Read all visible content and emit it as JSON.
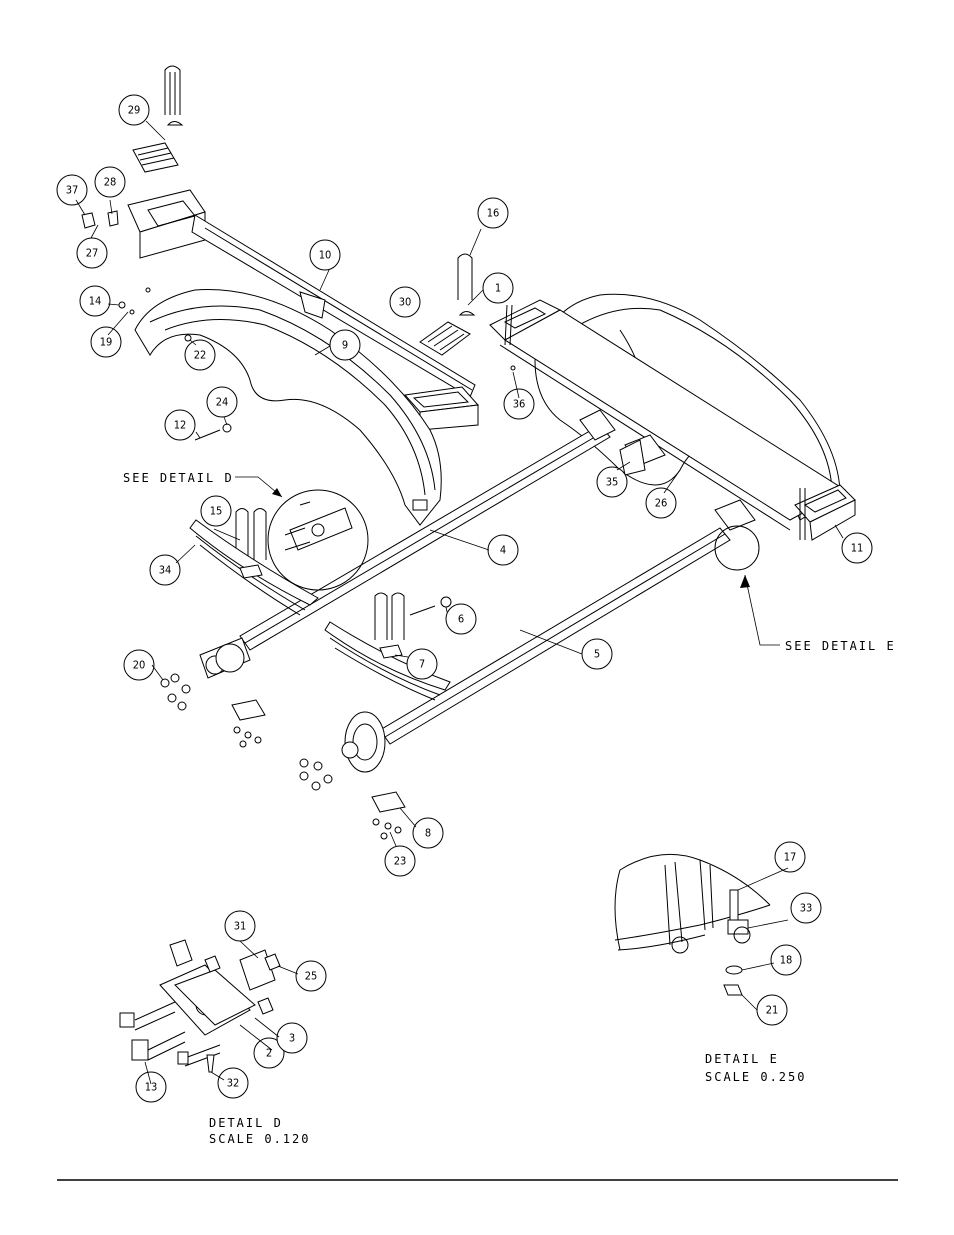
{
  "balloons": {
    "b1": "1",
    "b2": "2",
    "b3": "3",
    "b4": "4",
    "b5": "5",
    "b6": "6",
    "b7": "7",
    "b8": "8",
    "b9": "9",
    "b10": "10",
    "b11": "11",
    "b12": "12",
    "b13": "13",
    "b14": "14",
    "b15": "15",
    "b16": "16",
    "b17": "17",
    "b18": "18",
    "b19": "19",
    "b20": "20",
    "b21": "21",
    "b22": "22",
    "b23": "23",
    "b24": "24",
    "b25": "25",
    "b26": "26",
    "b27": "27",
    "b28": "28",
    "b29": "29",
    "b30": "30",
    "b31": "31",
    "b32": "32",
    "b33": "33",
    "b34": "34",
    "b35": "35",
    "b36": "36",
    "b37": "37"
  },
  "notes": {
    "see_detail_d": "SEE DETAIL  D",
    "see_detail_e": "SEE DETAIL  E",
    "detail_d_title": "DETAIL  D",
    "detail_d_scale": "SCALE  0.120",
    "detail_e_title": "DETAIL  E",
    "detail_e_scale": "SCALE  0.250"
  }
}
